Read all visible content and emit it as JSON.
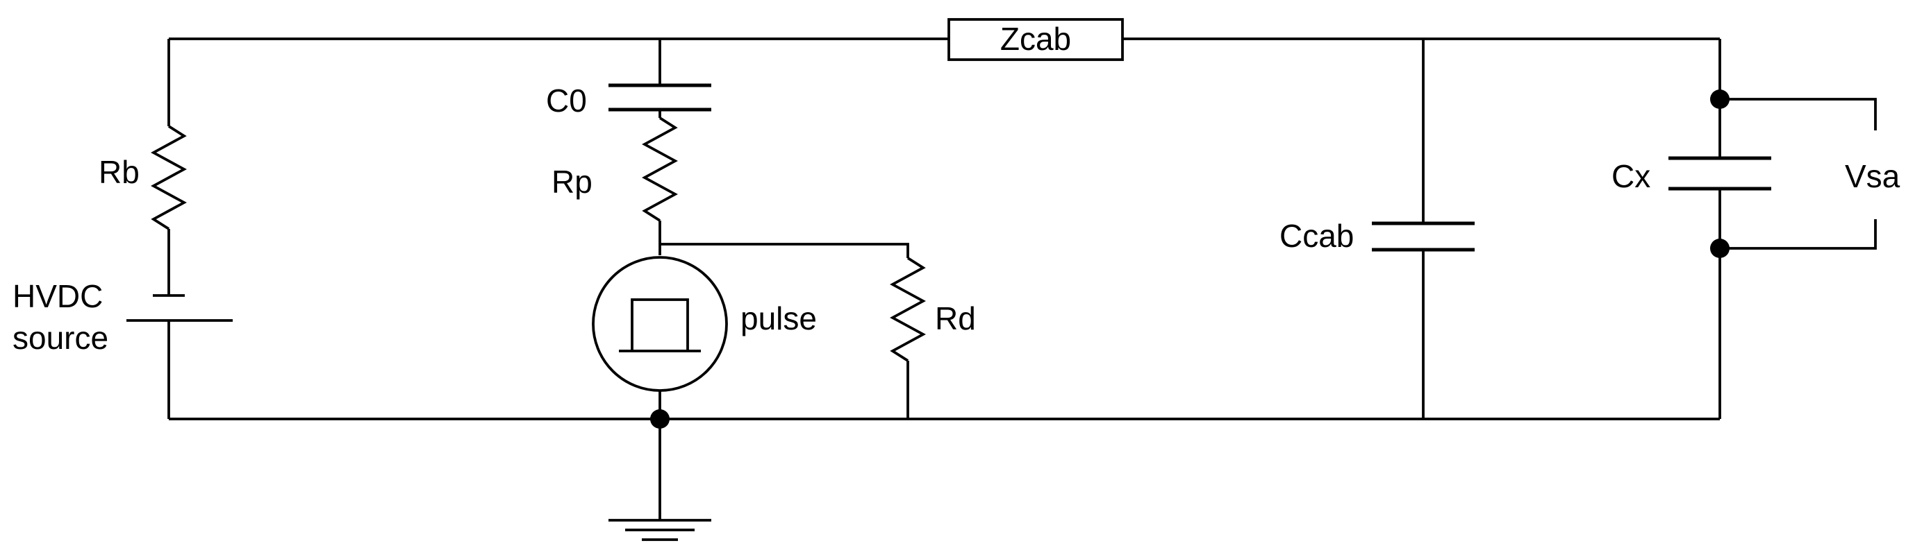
{
  "labels": {
    "zcab": "Zcab",
    "c0": "C0",
    "rp": "Rp",
    "rb": "Rb",
    "hvdc_line1": "HVDC",
    "hvdc_line2": "source",
    "pulse": "pulse",
    "rd": "Rd",
    "ccab": "Ccab",
    "cx": "Cx",
    "vsa": "Vsa"
  }
}
